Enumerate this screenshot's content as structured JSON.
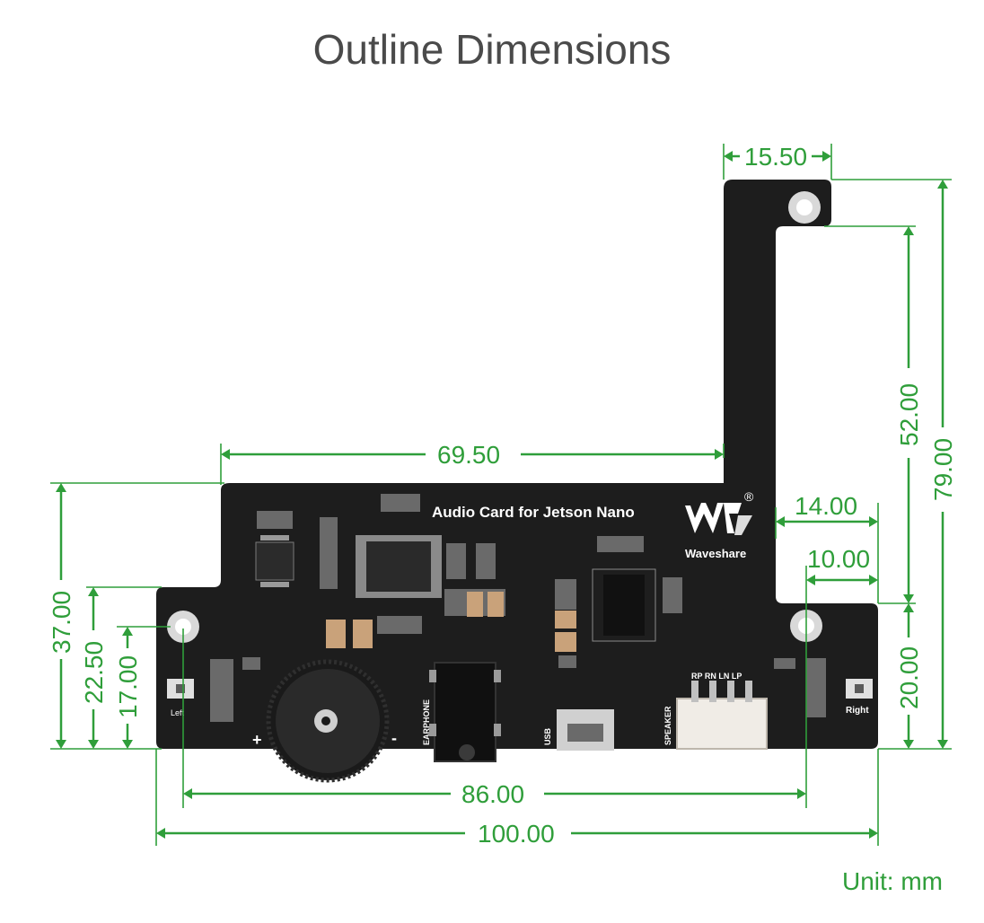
{
  "title": "Outline Dimensions",
  "unit": "Unit: mm",
  "board": {
    "name": "Audio Card for Jetson Nano",
    "brand": "Waveshare",
    "brand_mark": "®",
    "labels": {
      "left": "Left",
      "right": "Right",
      "earphone": "EARPHONE",
      "usb": "USB",
      "speaker": "SPEAKER",
      "pins": "RP RN LN LP",
      "plus": "+",
      "minus": "-"
    }
  },
  "dimensions": {
    "tab_width": "15.50",
    "top_offset": "69.50",
    "tab_total_height": "79.00",
    "tab_height": "52.00",
    "right_width": "14.00",
    "hole_offset_right": "10.00",
    "right_height": "20.00",
    "board_height": "37.00",
    "left_step": "22.50",
    "hole_height": "17.00",
    "hole_spacing": "86.00",
    "total_width": "100.00"
  },
  "colors": {
    "dimension": "#2f9e3a",
    "board": "#1d1d1d",
    "title": "#4a4a4a"
  }
}
